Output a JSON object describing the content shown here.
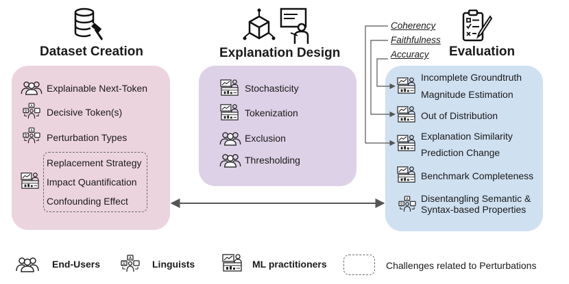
{
  "columns": {
    "dataset": {
      "title": "Dataset Creation",
      "icon": "database-hammer-icon",
      "items": [
        "Explainable Next-Token",
        "Decisive Token(s)",
        "Perturbation Types"
      ],
      "grouped_items": [
        "Replacement Strategy",
        "Impact Quantification",
        "Confounding Effect"
      ]
    },
    "explanation": {
      "title": "Explanation Design",
      "icon": "presentation-cube-icon",
      "items": [
        "Stochasticity",
        "Tokenization",
        "Exclusion",
        "Thresholding"
      ]
    },
    "evaluation": {
      "title": "Evaluation",
      "icon": "checklist-clipboard-icon",
      "items": [
        "Incomplete Groundtruth",
        "Magnitude Estimation",
        "Out of Distribution",
        "Explanation Similarity",
        "Prediction Change",
        "Benchmark Completeness",
        "Disentangling Semantic &",
        "Syntax-based Properties"
      ]
    }
  },
  "metrics": [
    "Coherency",
    "Faithfulness",
    "Accuracy"
  ],
  "legend": {
    "end_users": "End-Users",
    "linguists": "Linguists",
    "ml_practitioners": "ML practitioners",
    "challenges": "Challenges related to Perturbations"
  },
  "colors": {
    "dataset_panel": "#ecd4de",
    "explanation_panel": "#dcd1e6",
    "evaluation_panel": "#cfe0f1",
    "connector": "#555555"
  }
}
